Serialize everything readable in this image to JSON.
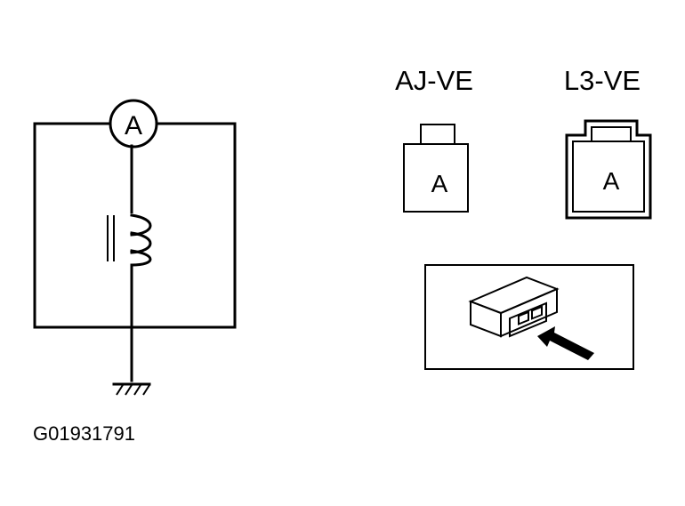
{
  "circuit": {
    "meter_label": "A",
    "figure_code": "G01931791"
  },
  "connectors": [
    {
      "name": "AJ-VE",
      "pin_label": "A"
    },
    {
      "name": "L3-VE",
      "pin_label": "A"
    }
  ]
}
